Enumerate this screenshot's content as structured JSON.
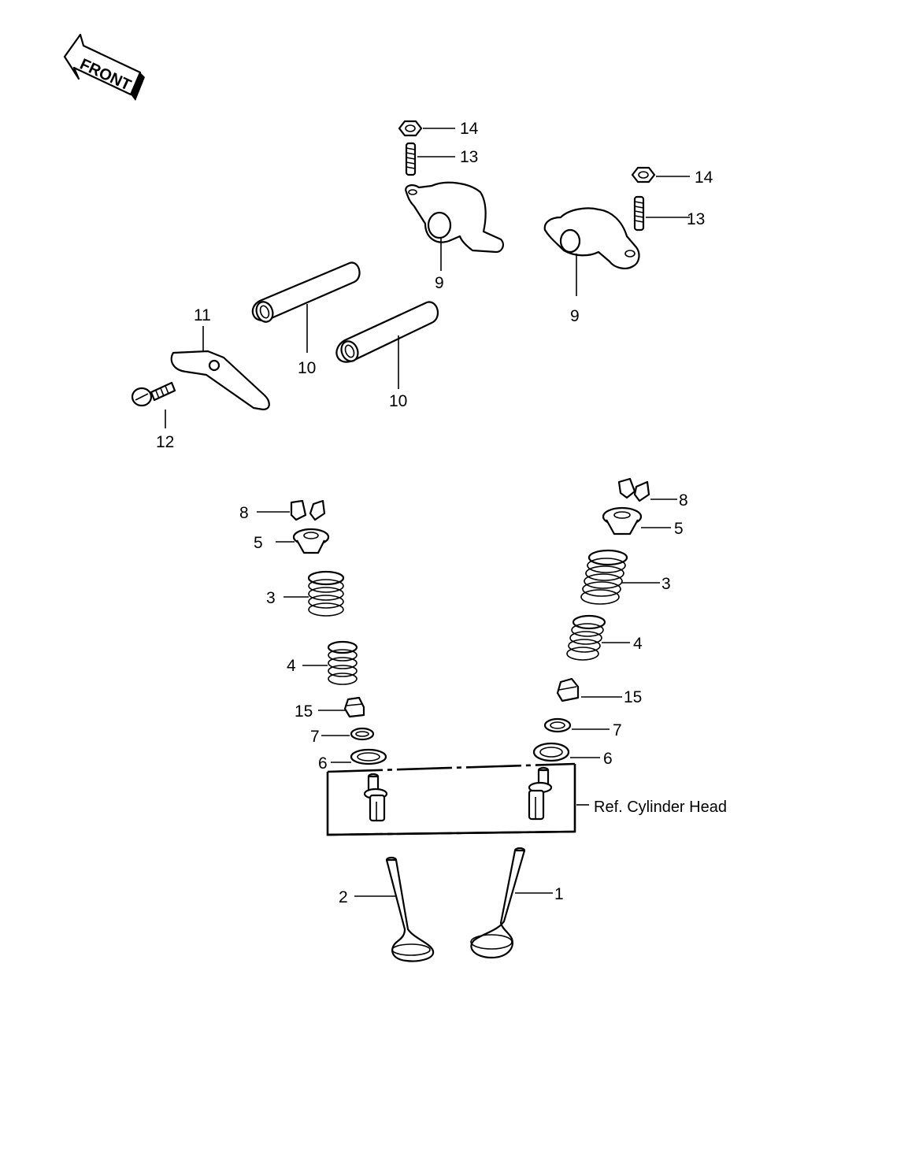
{
  "front_arrow": {
    "text": "FRONT"
  },
  "labels": {
    "p1": "1",
    "p2": "2",
    "p3_left": "3",
    "p3_right": "3",
    "p4_left": "4",
    "p4_right": "4",
    "p5_left": "5",
    "p5_right": "5",
    "p6_left": "6",
    "p6_right": "6",
    "p7_left": "7",
    "p7_right": "7",
    "p8_left": "8",
    "p8_right": "8",
    "p9_left": "9",
    "p9_right": "9",
    "p10_upper": "10",
    "p10_lower": "10",
    "p11": "11",
    "p12": "12",
    "p13_left": "13",
    "p13_right": "13",
    "p14_left": "14",
    "p14_right": "14",
    "p15_left": "15",
    "p15_right": "15"
  },
  "reference": {
    "text": "Ref.  Cylinder Head"
  }
}
